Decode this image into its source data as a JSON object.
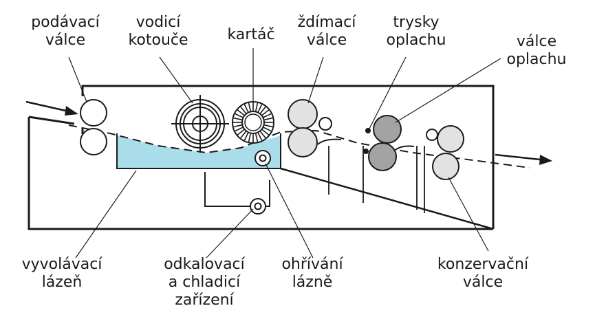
{
  "labels": {
    "feed_rollers": [
      "podávací",
      "válce"
    ],
    "guide_disks": [
      "vodicí",
      "kotouče"
    ],
    "brush": [
      "kartáč"
    ],
    "squeeze_rollers": [
      "ždímací",
      "válce"
    ],
    "rinse_jets": [
      "trysky",
      "oplachu"
    ],
    "rinse_rollers": [
      "válce",
      "oplachu"
    ],
    "developer_bath": [
      "vyvolávací",
      "lázeň"
    ],
    "descaling_cooling": [
      "odkalovací",
      "a chladicí",
      "zařízení"
    ],
    "bath_heating": [
      "ohřívání",
      "lázně"
    ],
    "conserving_rollers": [
      "konzervační",
      "válce"
    ]
  },
  "colors": {
    "bath_fill": "#a8dde9",
    "roller_fill": "#e2e2e2",
    "rinse_roller_fill": "#a3a3a3",
    "stroke": "#1a1a1a"
  }
}
